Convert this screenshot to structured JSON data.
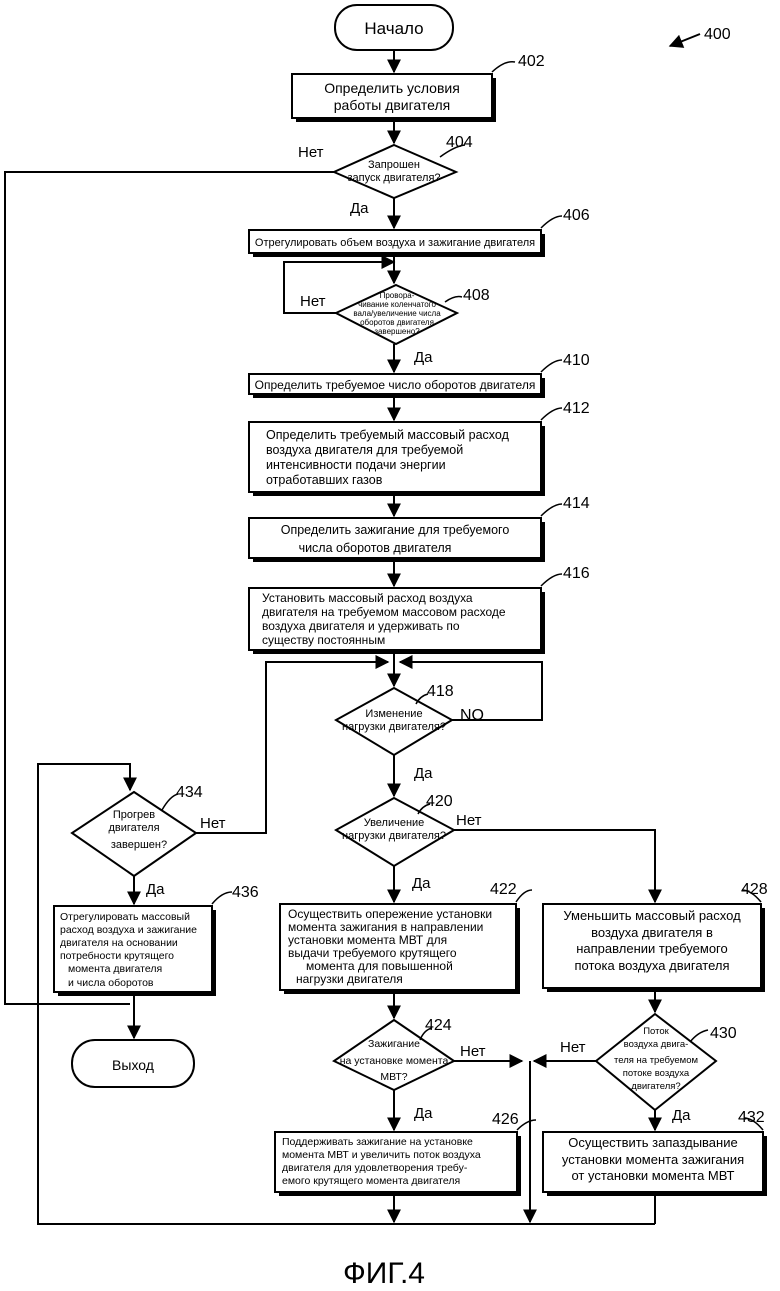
{
  "figure": {
    "number": "400",
    "caption": "ФИГ.4"
  },
  "nodes": {
    "start": {
      "text": "Начало"
    },
    "n402": {
      "ref": "402",
      "lines": [
        "Определить условия",
        "работы двигателя"
      ]
    },
    "n404": {
      "ref": "404",
      "lines": [
        "Запрошен",
        "запуск двигателя?"
      ]
    },
    "n406": {
      "ref": "406",
      "lines": [
        "Отрегулировать объем воздуха и зажигание двигателя"
      ]
    },
    "n408": {
      "ref": "408",
      "lines": [
        "Проворa-",
        "чивание коленчатого",
        "вала/увеличение числа",
        "оборотов двигателя",
        "завершено?"
      ]
    },
    "n410": {
      "ref": "410",
      "lines": [
        "Определить требуемое число оборотов двигателя"
      ]
    },
    "n412": {
      "ref": "412",
      "lines": [
        "Определить требуемый массовый расход",
        "воздуха двигателя для требуемой",
        "интенсивности подачи энергии",
        "отработавших газов"
      ]
    },
    "n414": {
      "ref": "414",
      "lines": [
        "Определить зажигание для требуемого",
        "числа оборотов двигателя"
      ]
    },
    "n416": {
      "ref": "416",
      "lines": [
        "Установить массовый расход воздуха",
        "двигателя на требуемом массовом расходе",
        "воздуха двигателя и удерживать по",
        "существу постоянным"
      ]
    },
    "n418": {
      "ref": "418",
      "lines": [
        "Изменение",
        "нагрузки двигателя?"
      ]
    },
    "n420": {
      "ref": "420",
      "lines": [
        "Увеличение",
        "нагрузки двигателя?"
      ]
    },
    "n422": {
      "ref": "422",
      "lines": [
        "Осуществить опережение установки",
        "момента зажигания в направлении",
        "установки момента МВТ для",
        "выдачи требуемого крутящего",
        "момента для повышенной",
        "нагрузки двигателя"
      ]
    },
    "n424": {
      "ref": "424",
      "lines": [
        "Зажигание",
        "на установке момента",
        "МВТ?"
      ]
    },
    "n426": {
      "ref": "426",
      "lines": [
        "Поддерживать зажигание на установке",
        "момента МВТ и увеличить поток воздуха",
        "двигателя для удовлетворения требу-",
        "емого крутящего момента двигателя"
      ]
    },
    "n428": {
      "ref": "428",
      "lines": [
        "Уменьшить массовый расход",
        "воздуха двигателя в",
        "направлении требуемого",
        "потока воздуха двигателя"
      ]
    },
    "n430": {
      "ref": "430",
      "lines": [
        "Поток",
        "воздуха двига-",
        "теля на требуемом",
        "потоке воздуха",
        "двигателя?"
      ]
    },
    "n432": {
      "ref": "432",
      "lines": [
        "Осуществить запаздывание",
        "установки момента зажигания",
        "от установки момента МВТ"
      ]
    },
    "n434": {
      "ref": "434",
      "lines": [
        "Прогрев",
        "двигателя",
        "завершен?"
      ]
    },
    "n436": {
      "ref": "436",
      "lines": [
        "Отрегулировать массовый",
        "расход воздуха и зажигание",
        "двигателя на основании",
        "потребности крутящего",
        "момента двигателя",
        "и числа оборотов"
      ]
    },
    "exit": {
      "text": "Выход"
    }
  },
  "edge_labels": {
    "n404_no": "Нет",
    "n404_yes": "Да",
    "n408_no": "Нет",
    "n408_yes": "Да",
    "n418_no": "NO",
    "n418_yes": "Да",
    "n420_no": "Нет",
    "n420_yes": "Да",
    "n424_no": "Нет",
    "n424_yes": "Да",
    "n430_no": "Нет",
    "n430_yes": "Да",
    "n434_no": "Нет",
    "n434_yes": "Да"
  }
}
